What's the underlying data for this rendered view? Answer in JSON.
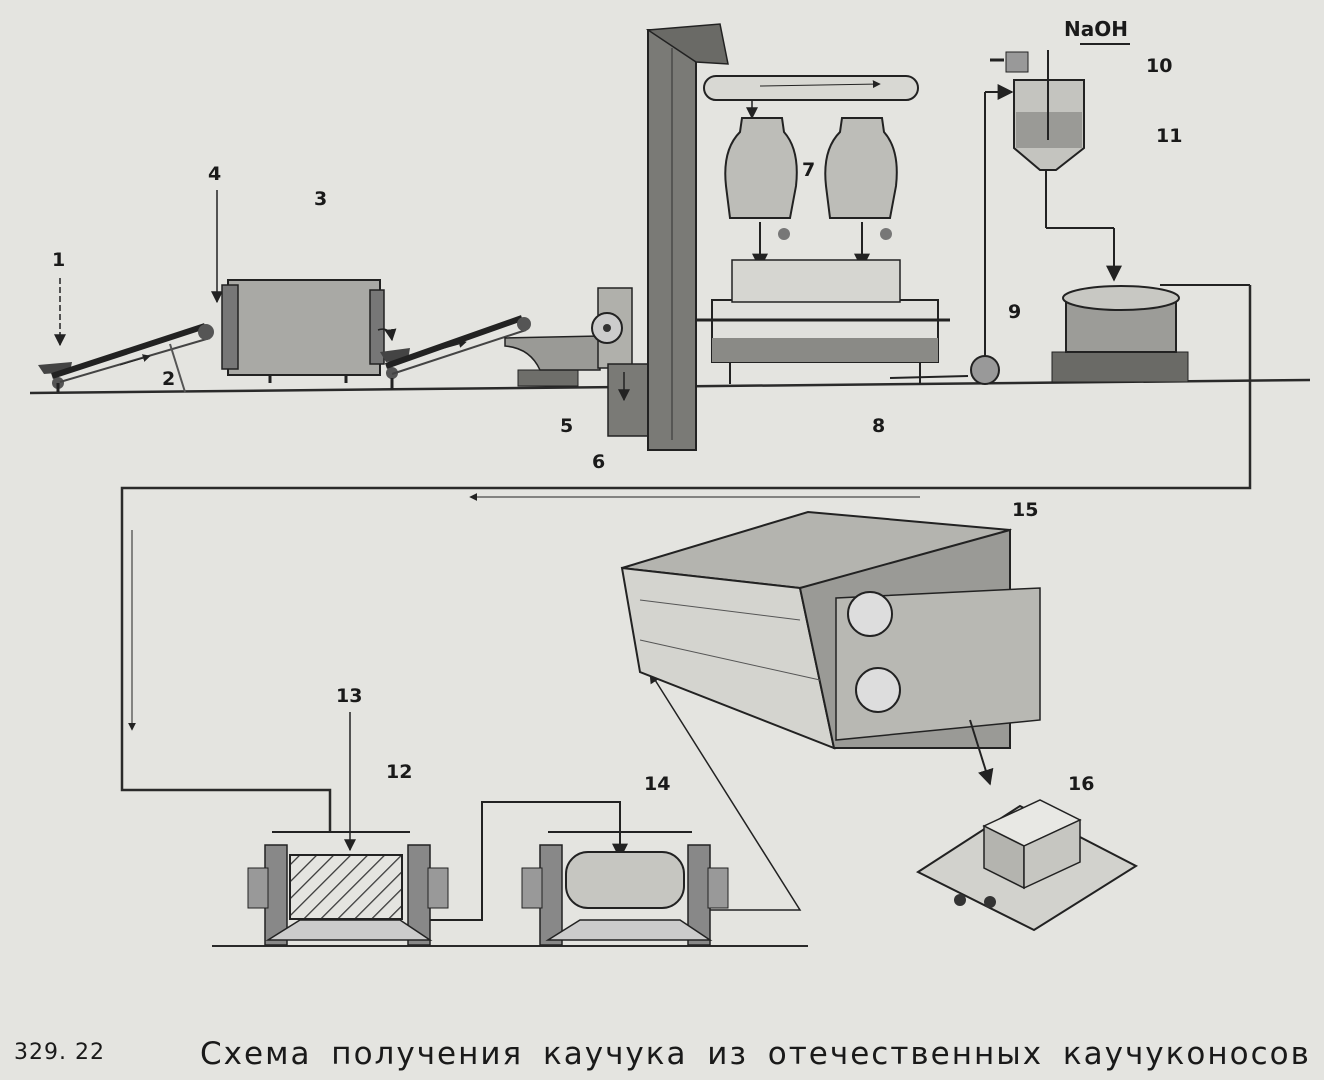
{
  "slide_code": "329. 22",
  "caption": "Схема получения каучука из отечественных каучуконосов",
  "chemical_label": "NaOH",
  "labels": {
    "n1": "1",
    "n2": "2",
    "n3": "3",
    "n4": "4",
    "n5": "5",
    "n6": "6",
    "n7": "7",
    "n8": "8",
    "n9": "9",
    "n10": "10",
    "n11": "11",
    "n12": "12",
    "n13": "13",
    "n14": "14",
    "n15": "15",
    "n16": "16"
  },
  "colors": {
    "background": "#e4e4e0",
    "line": "#2a2a2a",
    "equipment_dark": "#6e6e6a",
    "equipment_mid": "#9a9a96",
    "equipment_light": "#c9c9c4"
  }
}
